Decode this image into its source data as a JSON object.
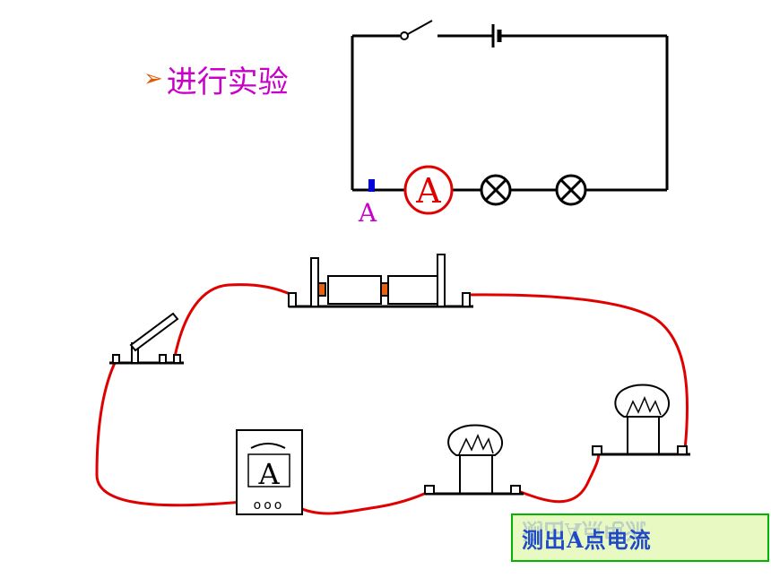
{
  "heading": {
    "bullet": "➢",
    "text": "进行实验"
  },
  "schematic": {
    "point_label": "A",
    "ammeter_symbol": "A"
  },
  "apparatus": {
    "ammeter_meter_label": "A",
    "ammeter_terminals": "ooo"
  },
  "result": {
    "label": "测出A点电流"
  },
  "colors": {
    "heading": "#c800c8",
    "bullet": "#e05a00",
    "wire": "#e00000",
    "ammeter_circle": "#e00000",
    "point_marker": "#0000dd",
    "result_text": "#1f49c8",
    "result_border": "#00b400",
    "result_fill": "#e9f9c2"
  }
}
